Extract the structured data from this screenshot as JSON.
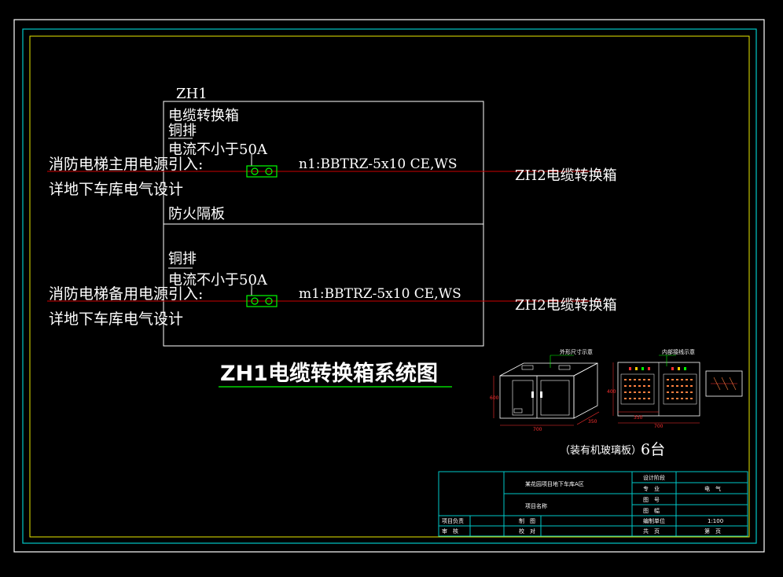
{
  "drawing": {
    "box_label": "ZH1",
    "box_title": "电缆转换箱",
    "busbar_label": "铜排",
    "current_label": "电流不小于50A",
    "fire_partition": "防火隔板",
    "main_source": "消防电梯主用电源引入:",
    "main_source_ref": "详地下车库电气设计",
    "main_cable": "n1:BBTRZ-5x10 CE,WS",
    "main_target": "ZH2电缆转换箱",
    "backup_busbar_label": "铜排",
    "backup_current_label": "电流不小于50A",
    "backup_source": "消防电梯备用电源引入:",
    "backup_source_ref": "详地下车库电气设计",
    "backup_cable": "m1:BBTRZ-5x10 CE,WS",
    "backup_target": "ZH2电缆转换箱",
    "diagram_title": "ZH1电缆转换箱系统图"
  },
  "cabinet": {
    "callout_left": "外形尺寸示意",
    "callout_right": "内部接线示意",
    "dim_width": "700",
    "dim_depth": "350",
    "dim_height": "600",
    "dim_panel_width": "350",
    "dim_panel_height": "400",
    "dim_total": "700",
    "note": "（装有机玻璃板）",
    "quantity": "6台"
  },
  "title_block": {
    "design_stage": "设计阶段",
    "project_name": "某花园项目地下车库A区",
    "project_label": "项目名称",
    "discipline_label": "专　业",
    "discipline_value": "电　气",
    "drawing_no_label": "图　号",
    "sheet_label": "图　幅",
    "project_lead": "项目负责",
    "drawn_label": "制　图",
    "design_unit_label": "编制单位",
    "design_unit_value": "1:100",
    "reviewer": "审　核",
    "checker": "校　对",
    "total_pages": "共　页",
    "page_no": "第　页"
  },
  "colors": {
    "background": "#000000",
    "line_white": "#ffffff",
    "line_red": "#cc0000",
    "line_green": "#00ff00",
    "line_cyan": "#00c8c8",
    "frame_yellow": "#e8e800"
  }
}
